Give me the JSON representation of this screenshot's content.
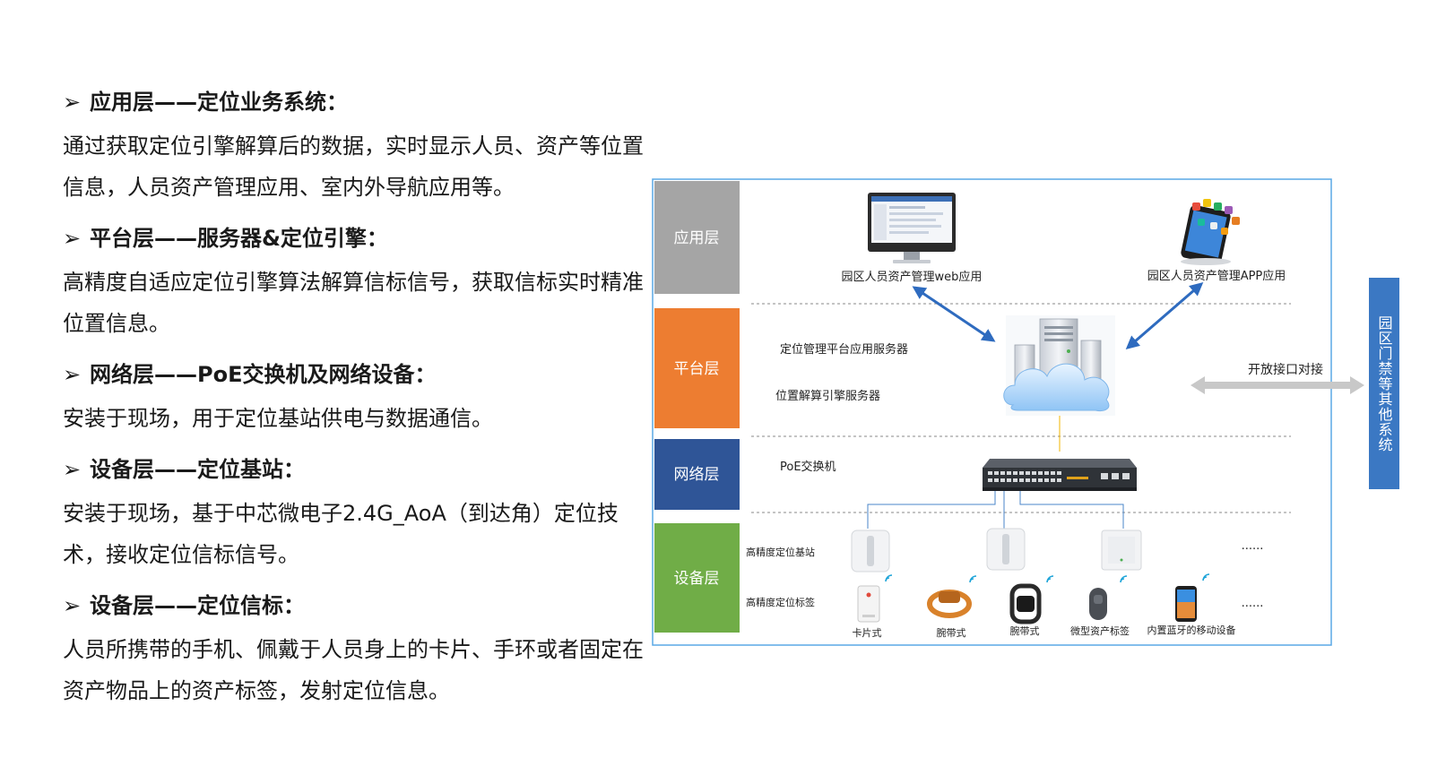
{
  "sections": [
    {
      "heading": "应用层——定位业务系统：",
      "body": "通过获取定位引擎解算后的数据，实时显示人员、资产等位置信息，人员资产管理应用、室内外导航应用等。"
    },
    {
      "heading": "平台层——服务器&定位引擎：",
      "body": "高精度自适应定位引擎算法解算信标信号，获取信标实时精准位置信息。"
    },
    {
      "heading": "网络层——PoE交换机及网络设备：",
      "body": "安装于现场，用于定位基站供电与数据通信。"
    },
    {
      "heading": "设备层——定位基站：",
      "body": "安装于现场，基于中芯微电子2.4G_AoA（到达角）定位技术，接收定位信标信号。"
    },
    {
      "heading": "设备层——定位信标：",
      "body": "人员所携带的手机、佩戴于人员身上的卡片、手环或者固定在资产物品上的资产标签，发射定位信息。"
    }
  ],
  "bullet_symbol": "➢",
  "diagram": {
    "layers": [
      {
        "label": "应用层",
        "color": "#a5a5a5"
      },
      {
        "label": "平台层",
        "color": "#ed7d31"
      },
      {
        "label": "网络层",
        "color": "#2f5597"
      },
      {
        "label": "设备层",
        "color": "#70ad47"
      }
    ],
    "web_app_label": "园区人员资产管理web应用",
    "mobile_app_label": "园区人员资产管理APP应用",
    "platform_server_label": "定位管理平台应用服务器",
    "engine_server_label": "位置解算引擎服务器",
    "open_interface_label": "开放接口对接",
    "switch_label": "PoE交换机",
    "base_station_label": "高精度定位基站",
    "tag_label": "高精度定位标签",
    "ellipsis": "......",
    "tags": [
      "卡片式",
      "腕带式",
      "腕带式",
      "微型资产标签",
      "内置蓝牙的移动设备"
    ],
    "side_panel_label": "园区门禁等其他系统",
    "colors": {
      "frame": "#5aa9e6",
      "arrow": "#2e6bbf",
      "connector": "#4a86c8",
      "open_arrow": "#c8c8c8",
      "vertical_link": "#f0b400"
    }
  }
}
